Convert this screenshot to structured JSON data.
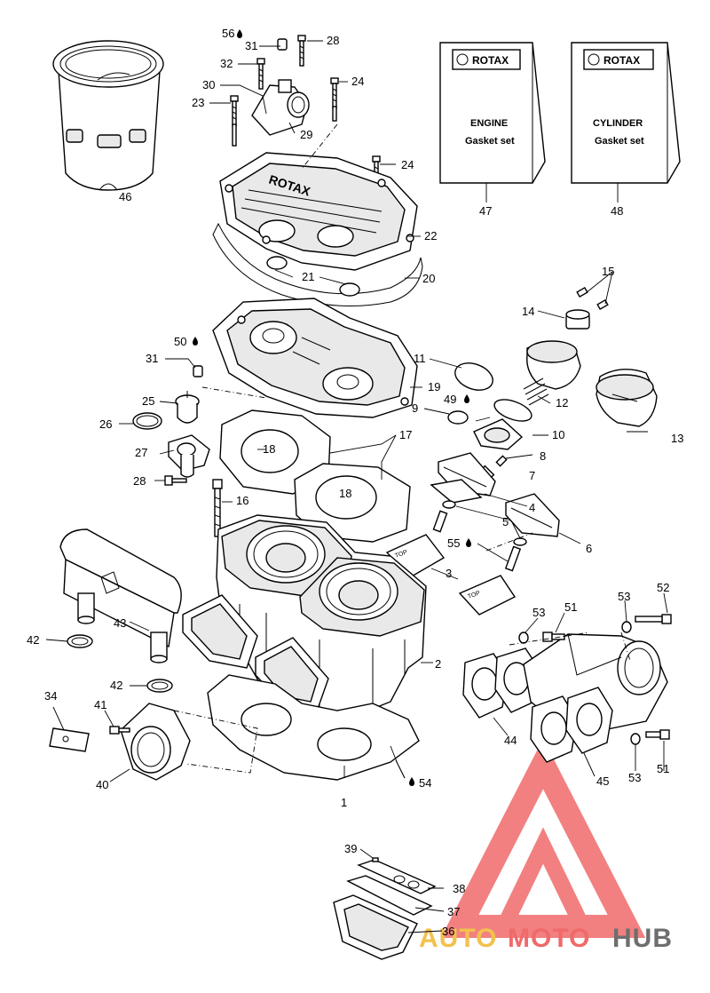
{
  "diagram": {
    "callouts": [
      "1",
      "2",
      "3",
      "4",
      "5",
      "6",
      "7",
      "8",
      "9",
      "10",
      "11",
      "12",
      "13",
      "14",
      "15",
      "16",
      "17",
      "18",
      "18",
      "19",
      "20",
      "21",
      "22",
      "23",
      "24",
      "24",
      "25",
      "26",
      "27",
      "28",
      "28",
      "29",
      "30",
      "31",
      "31",
      "32",
      "34",
      "36",
      "37",
      "38",
      "39",
      "40",
      "41",
      "42",
      "42",
      "43",
      "44",
      "45",
      "46",
      "47",
      "48",
      "49",
      "50",
      "51",
      "51",
      "52",
      "53",
      "53",
      "53",
      "54",
      "55",
      "56"
    ],
    "books": [
      {
        "brand": "ROTAX",
        "line1": "ENGINE",
        "line2": "Gasket set",
        "callout": "47"
      },
      {
        "brand": "ROTAX",
        "line1": "CYLINDER",
        "line2": "Gasket set",
        "callout": "48"
      }
    ],
    "head_lettering": "ROTAX"
  },
  "watermark": {
    "part1": "AUTO",
    "part2": "MOTO",
    "part3": "HUB"
  },
  "colors": {
    "line": "#000000",
    "watermark_red": "#f06a6a",
    "watermark_orange": "#f2c14e",
    "watermark_gray": "#6e6e6e"
  }
}
